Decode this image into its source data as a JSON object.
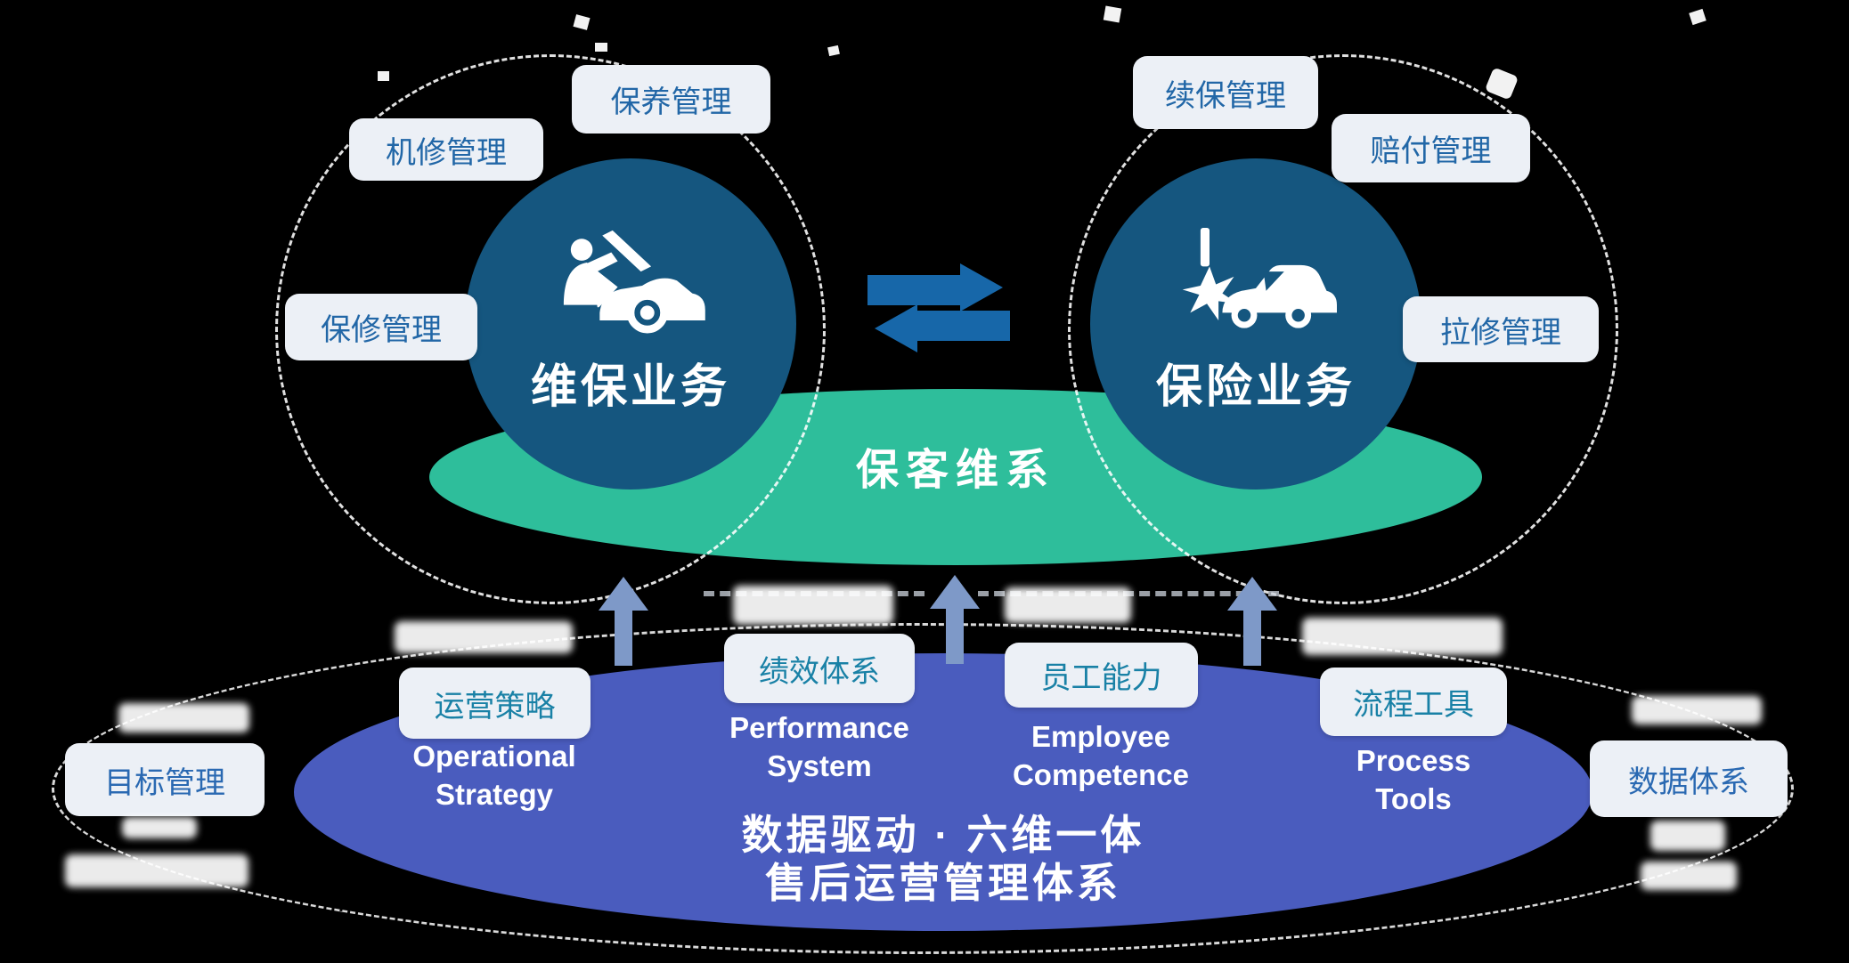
{
  "left_circle": {
    "title": "维保业务",
    "icon": "mechanic-repair-car-icon",
    "labels": {
      "maintenance": "保养管理",
      "mechanical": "机修管理",
      "warranty": "保修管理"
    }
  },
  "right_circle": {
    "title": "保险业务",
    "icon": "car-crash-icon",
    "labels": {
      "renewal": "续保管理",
      "claims": "赔付管理",
      "towing": "拉修管理"
    }
  },
  "green_band": {
    "label": "保客维系"
  },
  "exchange_arrows": {
    "icon": "double-swap-arrow-icon"
  },
  "bottom_system": {
    "title_line1": "数据驱动 · 六维一体",
    "title_line2": "售后运营管理体系",
    "pillars": [
      {
        "zh": "目标管理"
      },
      {
        "zh": "运营策略",
        "en_line1": "Operational",
        "en_line2": "Strategy"
      },
      {
        "zh": "绩效体系",
        "en_line1": "Performance",
        "en_line2": "System"
      },
      {
        "zh": "员工能力",
        "en_line1": "Employee",
        "en_line2": "Competence"
      },
      {
        "zh": "流程工具",
        "en_line1": "Process",
        "en_line2": "Tools"
      },
      {
        "zh": "数据体系"
      }
    ]
  },
  "colors": {
    "circle_blue": "#15567F",
    "exchange_arrow_blue": "#1767A9",
    "band_green": "#2EBE9B",
    "bottom_ellipse_blue": "#4A5CBE",
    "label_box_bg": "#ECF0F6",
    "label_text_blue": "#2267A7",
    "label_text_teal": "#1981A6",
    "label_text_side": "#2A69B2",
    "up_arrow_blue": "#7E99C8"
  }
}
